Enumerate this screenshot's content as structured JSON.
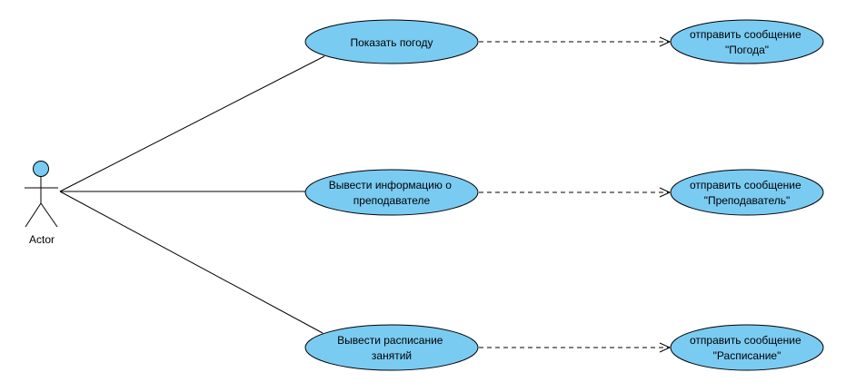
{
  "colors": {
    "ellipse_fill": "#7acbf2",
    "stroke": "#000000",
    "background": "#ffffff"
  },
  "actor": {
    "label": "Actor"
  },
  "use_cases": [
    {
      "lines": [
        "Показать погоду"
      ]
    },
    {
      "lines": [
        "Вывести информацию о",
        "преподавателе"
      ]
    },
    {
      "lines": [
        "Вывести расписание",
        "занятий"
      ]
    }
  ],
  "messages": [
    {
      "lines": [
        "отправить сообщение",
        "\"Погода\""
      ]
    },
    {
      "lines": [
        "отправить сообщение",
        "\"Преподаватель\""
      ]
    },
    {
      "lines": [
        "отправить сообщение",
        "\"Расписание\""
      ]
    }
  ]
}
